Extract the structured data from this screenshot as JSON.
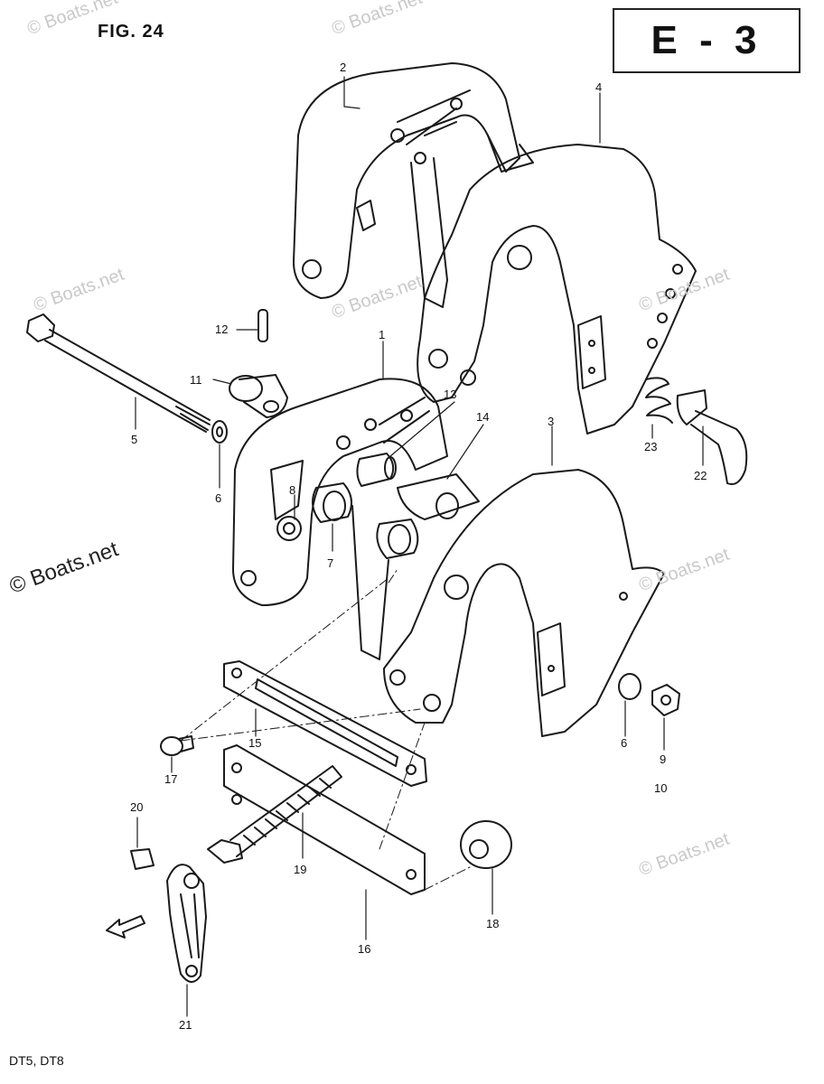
{
  "header": {
    "figure": "FIG. 24",
    "section": "E - 3"
  },
  "footer": {
    "models": "DT5, DT8"
  },
  "watermarks": [
    "© Boats.net",
    "© Boats.net",
    "© Boats.net",
    "© Boats.net",
    "© Boats.net",
    "© Boats.net",
    "© Boats.net",
    "© Boats.net"
  ],
  "callouts": {
    "p1": "1",
    "p2": "2",
    "p3": "3",
    "p4": "4",
    "p5": "5",
    "p6a": "6",
    "p6b": "6",
    "p7": "7",
    "p8": "8",
    "p9": "9",
    "p10": "10",
    "p11": "11",
    "p12": "12",
    "p13": "13",
    "p14": "14",
    "p15": "15",
    "p16": "16",
    "p17": "17",
    "p18": "18",
    "p19": "19",
    "p20": "20",
    "p21": "21",
    "p22": "22",
    "p23": "23"
  }
}
